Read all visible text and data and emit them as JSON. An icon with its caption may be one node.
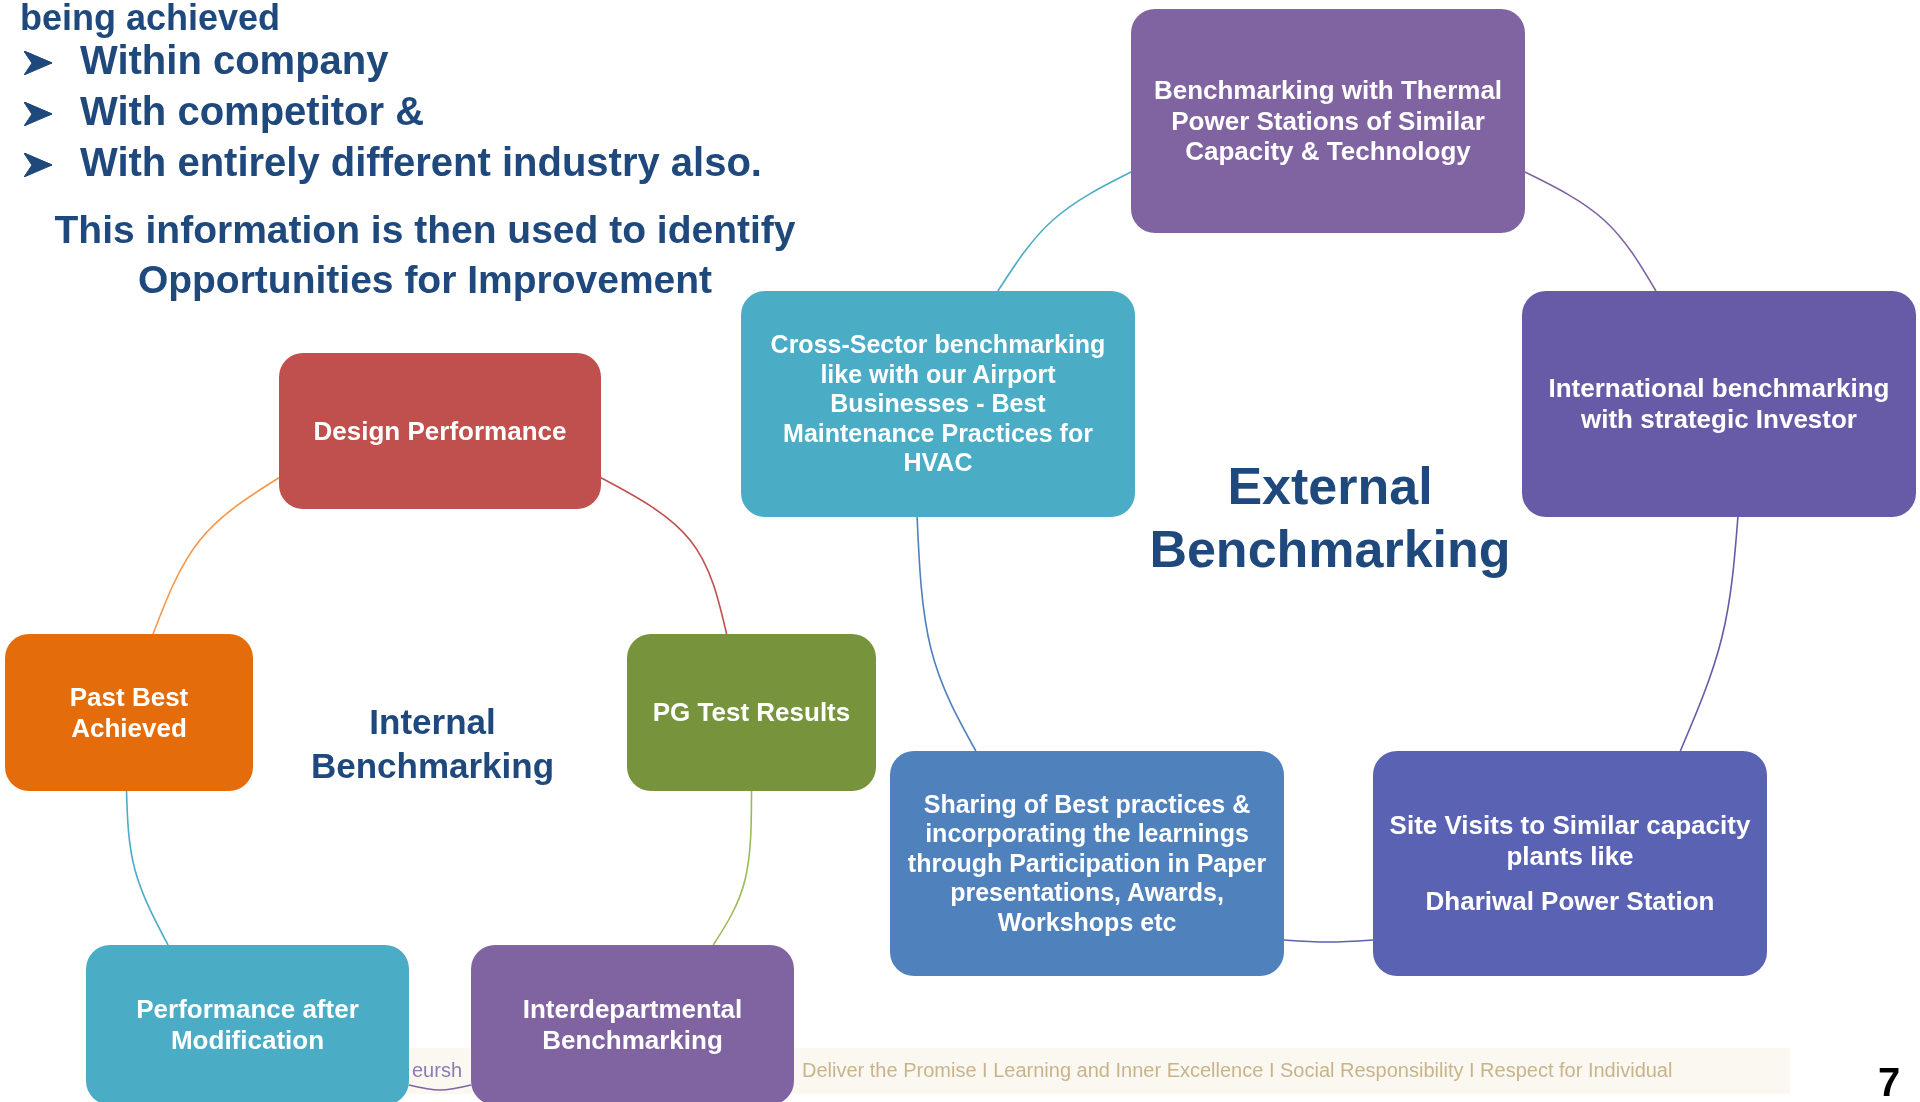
{
  "diagram": {
    "nodes": [
      {
        "text": [
          "Design Performance"
        ]
      },
      {
        "text": [
          "PG Test Results"
        ]
      },
      {
        "text": [
          "Interdepartmental Benchmarking"
        ]
      },
      {
        "text": [
          "Performance after Modification"
        ]
      },
      {
        "text": [
          "Past Best Achieved"
        ]
      },
      {
        "text": [
          "Benchmarking with Thermal Power Stations of Similar Capacity & Technology"
        ]
      },
      {
        "text": [
          "International benchmarking with strategic Investor"
        ]
      },
      {
        "text": [
          "Site Visits to Similar capacity plants like",
          "Dhariwal Power Station"
        ]
      },
      {
        "text": [
          "Sharing of Best practices & incorporating the learnings through Participation in Paper presentations, Awards, Workshops etc"
        ]
      },
      {
        "text": [
          "Cross-Sector benchmarking like with our Airport Businesses - Best Maintenance Practices for HVAC"
        ]
      }
    ],
    "edges": [
      {
        "from": 0,
        "to": 1,
        "arrow": "none",
        "color": "#c0504d"
      },
      {
        "from": 1,
        "to": 2,
        "arrow": "none",
        "color": "#9bbb59"
      },
      {
        "from": 2,
        "to": 3,
        "arrow": "none",
        "color": "#8064a2"
      },
      {
        "from": 3,
        "to": 4,
        "arrow": "none",
        "color": "#4bacc6"
      },
      {
        "from": 4,
        "to": 0,
        "arrow": "none",
        "color": "#f79646"
      },
      {
        "from": 5,
        "to": 6,
        "arrow": "none",
        "color": "#8064a2"
      },
      {
        "from": 6,
        "to": 7,
        "arrow": "none",
        "color": "#675ba8"
      },
      {
        "from": 7,
        "to": 8,
        "arrow": "none",
        "color": "#5a62b4"
      },
      {
        "from": 8,
        "to": 9,
        "arrow": "none",
        "color": "#4f81bd"
      },
      {
        "from": 9,
        "to": 5,
        "arrow": "none",
        "color": "#4bacc6"
      }
    ],
    "labels": [
      "being achieved",
      "Within company",
      "With competitor &",
      "With entirely different industry also.",
      "This information is then used to identify Opportunities for Improvement",
      "Internal Benchmarking",
      "External Benchmarking",
      "eursh",
      "Deliver the Promise I Learning and Inner Excellence I Social Responsibility I Respect for Individual",
      "7"
    ]
  }
}
